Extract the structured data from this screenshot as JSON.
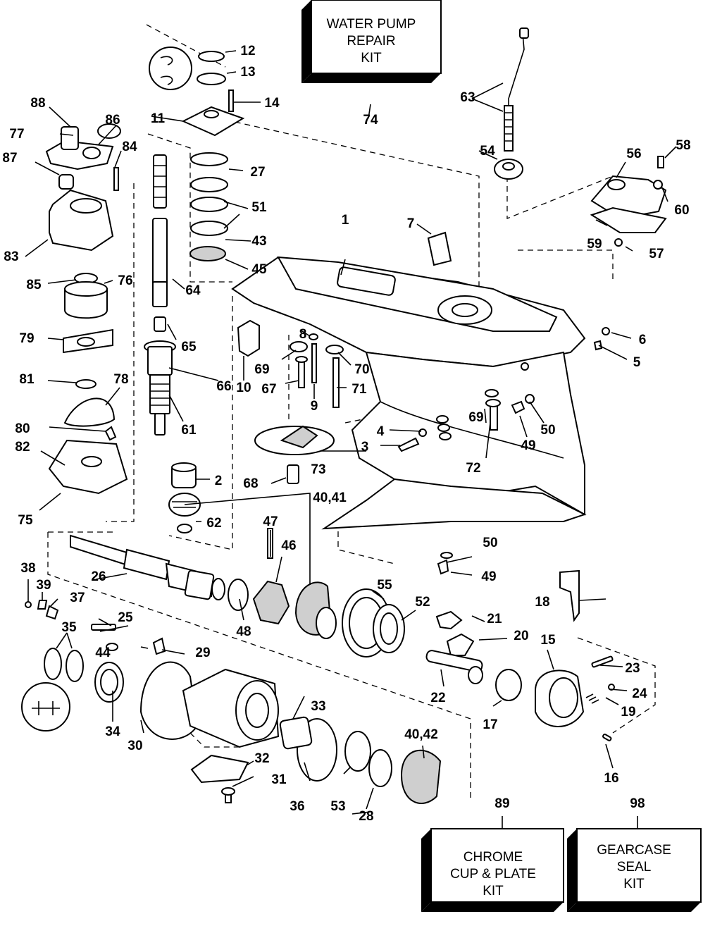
{
  "kits": [
    {
      "id": "kit-74",
      "number": "74",
      "lines": [
        "WATER PUMP",
        "REPAIR",
        "KIT"
      ]
    },
    {
      "id": "kit-89",
      "number": "89",
      "lines": [
        "CHROME",
        "CUP & PLATE",
        "KIT"
      ]
    },
    {
      "id": "kit-98",
      "number": "98",
      "lines": [
        "GEARCASE",
        "SEAL",
        "KIT"
      ]
    }
  ],
  "callouts": [
    "1",
    "2",
    "3",
    "4",
    "5",
    "6",
    "7",
    "8",
    "9",
    "10",
    "11",
    "12",
    "13",
    "14",
    "15",
    "16",
    "17",
    "18",
    "19",
    "20",
    "21",
    "22",
    "23",
    "24",
    "25",
    "26",
    "27",
    "28",
    "29",
    "30",
    "31",
    "32",
    "33",
    "34",
    "35",
    "36",
    "37",
    "38",
    "39",
    "40,41",
    "40,42",
    "42",
    "43",
    "44",
    "45",
    "46",
    "47",
    "48",
    "49",
    "50",
    "51",
    "52",
    "53",
    "54",
    "55",
    "56",
    "57",
    "58",
    "59",
    "60",
    "61",
    "62",
    "63",
    "64",
    "65",
    "66",
    "67",
    "68",
    "69",
    "70",
    "71",
    "72",
    "73",
    "75",
    "76",
    "77",
    "78",
    "79",
    "80",
    "81",
    "82",
    "83",
    "84",
    "85",
    "86",
    "87",
    "88"
  ]
}
